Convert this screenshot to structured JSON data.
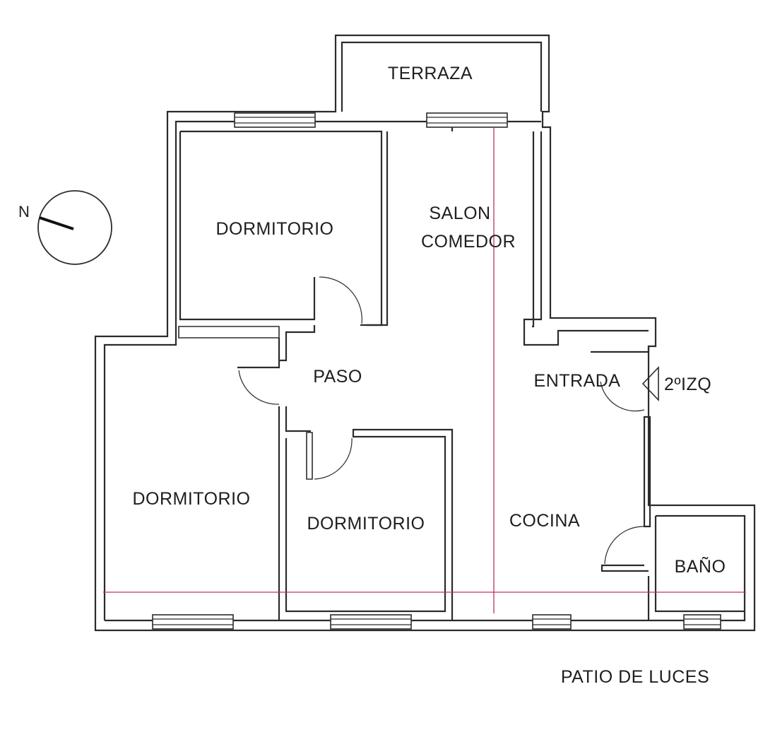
{
  "plan": {
    "rooms": {
      "terraza": "TERRAZA",
      "dormitorio_top": "DORMITORIO",
      "salon_line1": "SALON",
      "salon_line2": "COMEDOR",
      "paso": "PASO",
      "entrada": "ENTRADA",
      "dormitorio_left": "DORMITORIO",
      "dormitorio_center": "DORMITORIO",
      "cocina": "COCINA",
      "bano": "BAÑO"
    },
    "unit": "2ºIZQ",
    "compass_north": "N",
    "patio": "PATIO DE LUCES"
  },
  "colors": {
    "walls": "#2b2b2b",
    "accent_line": "#c0306a",
    "background": "#ffffff"
  }
}
